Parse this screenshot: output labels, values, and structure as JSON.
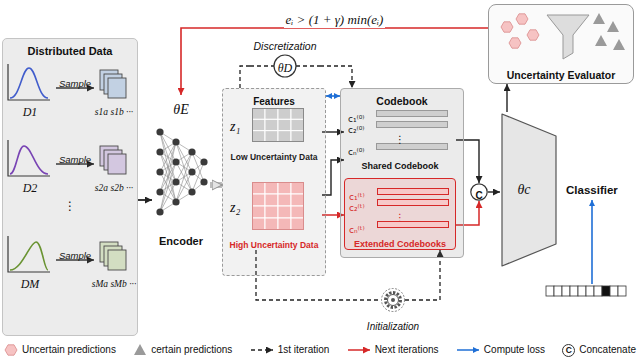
{
  "diagram": {
    "nodes": [
      {
        "text": [
          "Distributed Data"
        ]
      },
      {
        "text": [
          "θE",
          "Encoder"
        ]
      },
      {
        "text": [
          "Features"
        ]
      },
      {
        "text": [
          "z₁",
          "Low Uncertainty Data"
        ],
        "in": 2
      },
      {
        "text": [
          "z₂",
          "High Uncertainty Data"
        ],
        "in": 2
      },
      {
        "text": [
          "Discretization",
          "θD"
        ]
      },
      {
        "text": [
          "Codebook"
        ]
      },
      {
        "text": [
          "c₁⁽⁰⁾",
          "c₂⁽⁰⁾",
          "⋮",
          "cₙ⁽⁰⁾",
          "Shared Codebook"
        ],
        "in": 6
      },
      {
        "text": [
          "c₁⁽ᵗ⁾",
          "c₂⁽ᵗ⁾",
          "⋮",
          "cₙ⁽ᵗ⁾",
          "Extended Codebooks"
        ],
        "in": 6
      },
      {
        "text": [
          "C"
        ]
      },
      {
        "text": [
          "θc",
          "Classifier"
        ]
      },
      {
        "text": [
          "Uncertainty Evaluator"
        ]
      },
      {
        "text": [
          "Initialization"
        ]
      }
    ],
    "edges": [
      {
        "from": 0,
        "to": 1,
        "arrow": "to"
      },
      {
        "from": 1,
        "to": 2,
        "arrow": "to"
      },
      {
        "from": 3,
        "to": 7,
        "arrow": "to"
      },
      {
        "from": 4,
        "to": 7,
        "arrow": "to"
      },
      {
        "from": 4,
        "to": 8,
        "arrow": "to"
      },
      {
        "from": 2,
        "to": 6,
        "arrow": "both"
      },
      {
        "from": 5,
        "to": 2,
        "arrow": "none"
      },
      {
        "from": 5,
        "to": 6,
        "arrow": "to"
      },
      {
        "from": 7,
        "to": 9,
        "arrow": "to"
      },
      {
        "from": 8,
        "to": 9,
        "arrow": "to"
      },
      {
        "from": 9,
        "to": 10,
        "arrow": "to"
      },
      {
        "from": 10,
        "to": 11,
        "arrow": "to"
      },
      {
        "from": 11,
        "to": 1,
        "arrow": "to",
        "label": "eᵢ > (1 + γ) min(eᵢ)"
      },
      {
        "from": 4,
        "to": 12,
        "arrow": "none"
      },
      {
        "from": 12,
        "to": 8,
        "arrow": "to"
      }
    ],
    "labels": [
      "D1",
      "Sample",
      "s1a s1b ···",
      "D2",
      "Sample",
      "s2a s2b ···",
      "⋮",
      "DM",
      "Sample",
      "sMa sMb ···",
      "C"
    ],
    "legend": [
      {
        "text": "Uncertain predictions"
      },
      {
        "text": "certain predictions"
      },
      {
        "text": "1st iteration"
      },
      {
        "text": "Next iterations"
      },
      {
        "text": "Compute loss"
      },
      {
        "text": "Concatenate"
      }
    ]
  }
}
